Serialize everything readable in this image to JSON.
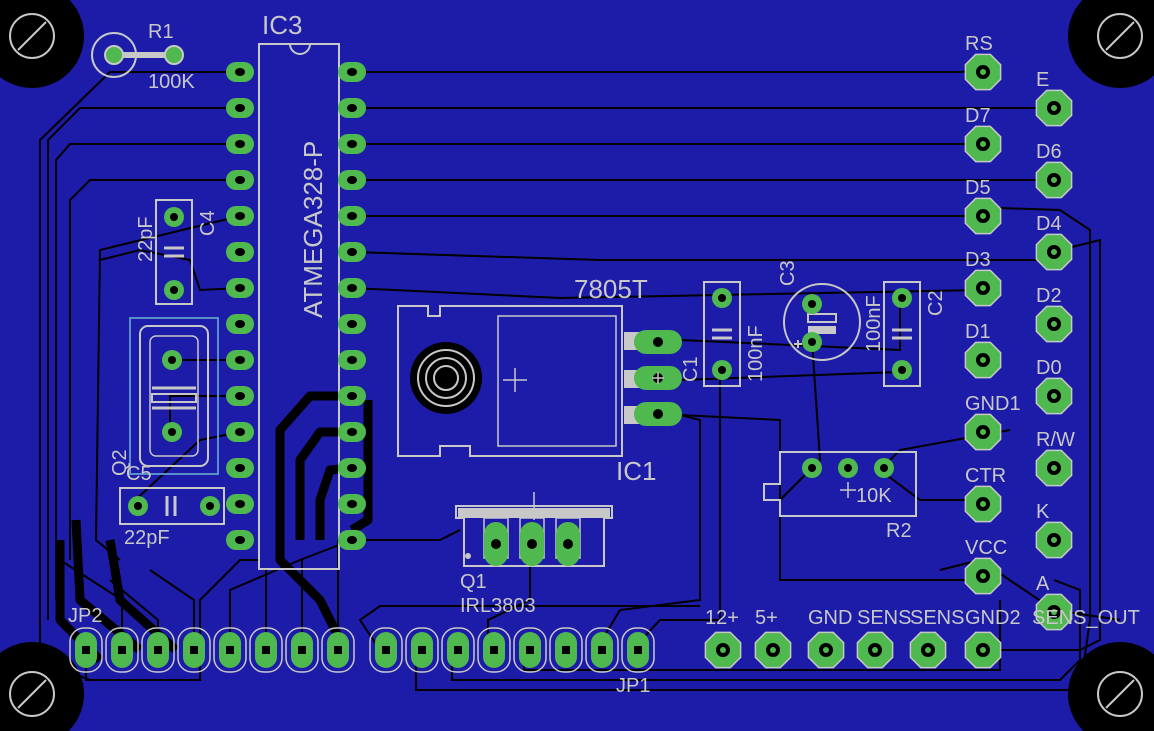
{
  "colors": {
    "board": "#1c1ca8",
    "copper_top": "#00009a",
    "trace_dark": "#000000",
    "silk": "#c8c8c8",
    "pad": "#4fb84f",
    "drill": "#000000",
    "background": "#000000"
  },
  "components": {
    "r1": {
      "ref": "R1",
      "value": "100K"
    },
    "ic3": {
      "ref": "IC3",
      "value": "ATMEGA328-P"
    },
    "c4": {
      "ref": "C4",
      "value": "22pF"
    },
    "c5": {
      "ref": "C5",
      "value": "22pF"
    },
    "q2": {
      "ref": "Q2"
    },
    "ic1": {
      "ref": "IC1",
      "value": "7805T"
    },
    "c1": {
      "ref": "C1",
      "value": "100nF"
    },
    "c2": {
      "ref": "C2",
      "value": "100nF"
    },
    "c3": {
      "ref": "C3"
    },
    "r2": {
      "ref": "R2",
      "value": "10K"
    },
    "q1": {
      "ref": "Q1",
      "value": "IRL3803"
    },
    "jp1": {
      "ref": "JP1"
    },
    "jp2": {
      "ref": "JP2"
    }
  },
  "lcd_pins": {
    "left": [
      "RS",
      "D7",
      "D5",
      "D3",
      "D1",
      "GND1",
      "CTR",
      "VCC"
    ],
    "right": [
      "E",
      "D6",
      "D4",
      "D2",
      "D0",
      "R/W",
      "K",
      "A"
    ]
  },
  "terminals": [
    "12+",
    "5+",
    "GND",
    "SENS",
    "SENS",
    "GND2",
    "SENS_OUT"
  ]
}
